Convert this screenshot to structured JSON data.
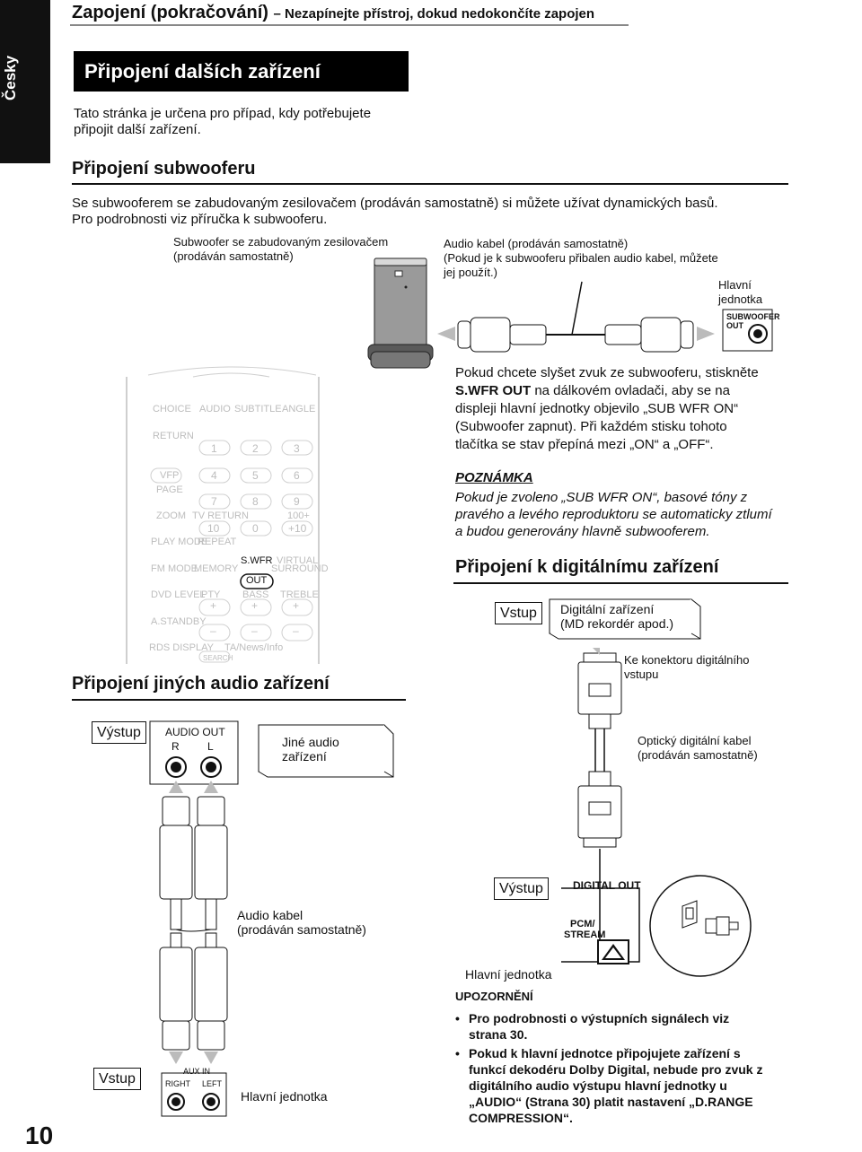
{
  "header": {
    "title": "Zapojení (pokračování)",
    "subtitle": "– Nezapínejte přístroj, dokud nedokončíte zapojen"
  },
  "side_tab": {
    "language": "Česky"
  },
  "page_number": "10",
  "section_title": "Připojení dalších zařízení",
  "intro": [
    "Tato stránka je určena pro případ, kdy potřebujete",
    "připojit další zařízení."
  ],
  "subwoofer": {
    "heading": "Připojení subwooferu",
    "paragraph": [
      "Se subwooferem se zabudovaným zesilovačem (prodáván samostatně) si můžete užívat dynamických basů.",
      "Pro podrobnosti viz příručka k subwooferu."
    ],
    "label_subwoofer": [
      "Subwoofer se zabudovaným zesilovačem",
      "(prodáván samostatně)"
    ],
    "label_cable": [
      "Audio kabel (prodáván samostatně)",
      "(Pokud je k subwooferu přibalen audio kabel, můžete",
      "jej použít.)"
    ],
    "label_main_unit": [
      "Hlavní",
      "jednotka"
    ],
    "jack_label": [
      "SUBWOOFER",
      "OUT"
    ],
    "instruction": [
      "Pokud chcete slyšet zvuk ze subwooferu, stiskněte",
      "na dálkovém ovladači, aby se na",
      "displeji hlavní jednotky objevilo „SUB WFR ON“",
      "(Subwoofer zapnut). Při každém stisku tohoto",
      "tlačítka se stav přepíná mezi „ON“ a „OFF“."
    ],
    "instruction_button": "S.WFR OUT",
    "note_title": "POZNÁMKA",
    "note": [
      "Pokud je zvoleno „SUB WFR ON“, basové tóny z",
      "pravého a levého reproduktoru se automaticky ztlumí",
      "a budou generovány hlavně subwooferem."
    ]
  },
  "remote": {
    "row1": [
      "CHOICE",
      "AUDIO",
      "SUBTITLE",
      "ANGLE"
    ],
    "return": "RETURN",
    "nums1": [
      "1",
      "2",
      "3"
    ],
    "vfp": "VFP",
    "nums2": [
      "4",
      "5",
      "6"
    ],
    "page": "PAGE",
    "nums3": [
      "7",
      "8",
      "9"
    ],
    "zoom": "ZOOM",
    "tv_return": "TV RETURN",
    "hundred_plus": "100+",
    "nums4": [
      "10",
      "0",
      "+10"
    ],
    "play_mode": "PLAY MODE",
    "repeat": "REPEAT",
    "swfr": [
      "S.WFR",
      "OUT"
    ],
    "virtual": [
      "VIRTUAL",
      "SURROUND"
    ],
    "fm_mode": "FM MODE",
    "memory": "MEMORY",
    "dvd_level": "DVD LEVEL",
    "pty": "PTY",
    "bass": "BASS",
    "treble": "TREBLE",
    "plus": "+",
    "minus": "–",
    "a_standby": "A.STANDBY",
    "rds_display": "RDS DISPLAY",
    "ta_news": "TA/News/Info",
    "search": "SEARCH"
  },
  "digital": {
    "heading": "Připojení k digitálnímu zařízení",
    "input_label": "Vstup",
    "device": [
      "Digitální zařízení",
      "(MD rekordér apod.)"
    ],
    "connector_label": [
      "Ke konektoru digitálního",
      "vstupu"
    ],
    "cable_label": [
      "Optický digitální kabel",
      "(prodáván samostatně)"
    ],
    "output_label": "Výstup",
    "digital_out": "DIGITAL OUT",
    "pcm_stream": [
      "PCM/",
      "STREAM"
    ],
    "main_unit": "Hlavní jednotka"
  },
  "other_audio": {
    "heading": "Připojení jiných audio zařízení",
    "output_label": "Výstup",
    "audio_out": "AUDIO OUT",
    "r": "R",
    "l": "L",
    "device": [
      "Jiné audio",
      "zařízení"
    ],
    "cable": [
      "Audio kabel",
      "(prodáván samostatně)"
    ],
    "input_label": "Vstup",
    "aux_in": "AUX IN",
    "right": "RIGHT",
    "left": "LEFT",
    "main_unit": "Hlavní jednotka"
  },
  "caution": {
    "title": "UPOZORNĚNÍ",
    "item1": [
      "Pro podrobnosti o výstupních signálech viz",
      "strana 30."
    ],
    "item2": [
      "Pokud k hlavní jednotce připojujete zařízení s",
      "funkcí dekodéru Dolby Digital, nebude pro zvuk z",
      "digitálního audio výstupu hlavní jednotky u",
      "„AUDIO“ (Strana 30) platit nastavení „D.RANGE",
      "COMPRESSION“."
    ]
  }
}
